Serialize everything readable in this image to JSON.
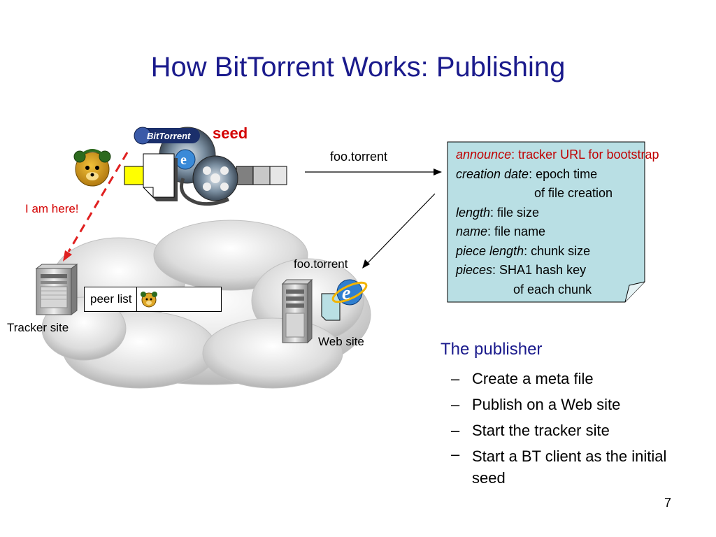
{
  "slide": {
    "title": "How BitTorrent Works: Publishing",
    "page_number": "7"
  },
  "diagram": {
    "seed_label": "seed",
    "i_am_here": "I am here!",
    "torrent_file_label_top": "foo.torrent",
    "torrent_file_label_web": "foo.torrent",
    "tracker_site_label": "Tracker site",
    "web_site_label": "Web site",
    "peer_list_label": "peer list",
    "logo_text": "BitTorrent",
    "colors": {
      "title": "#1a1a8c",
      "alert": "#d40000",
      "note_fill": "#b9dfe4",
      "chunk_fill": "#ffff00"
    }
  },
  "metafile": {
    "announce_key": "announce",
    "announce_value": ": tracker URL for bootstrap",
    "creation_date_key": "creation date",
    "creation_date_value": ": epoch time",
    "creation_date_cont": "of file creation",
    "length_key": "length",
    "length_value": ": file size",
    "name_key": "name",
    "name_value": ": file name",
    "piece_length_key": "piece length",
    "piece_length_value": ": chunk size",
    "pieces_key": "pieces",
    "pieces_value": ": SHA1 hash key",
    "pieces_cont": "of each chunk"
  },
  "publisher": {
    "heading": "The publisher",
    "items": [
      "Create a meta file",
      "Publish on a Web site",
      "Start the tracker site",
      "Start a BT client as the initial seed"
    ],
    "bullet": "–"
  }
}
